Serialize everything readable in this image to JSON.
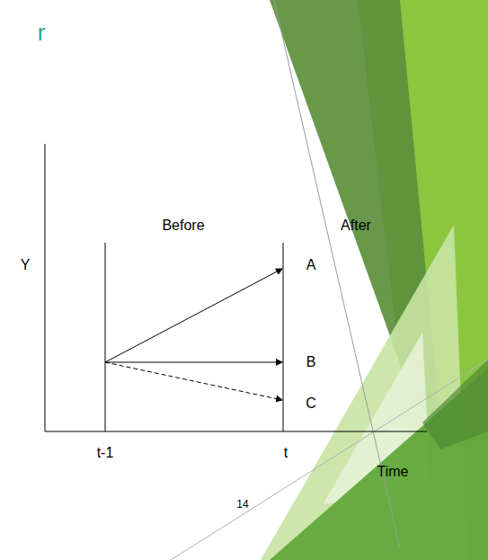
{
  "diagram": {
    "labels": [
      "r",
      "Y",
      "Before",
      "After",
      "A",
      "B",
      "C",
      "t-1",
      "t",
      "Time",
      "14"
    ]
  }
}
